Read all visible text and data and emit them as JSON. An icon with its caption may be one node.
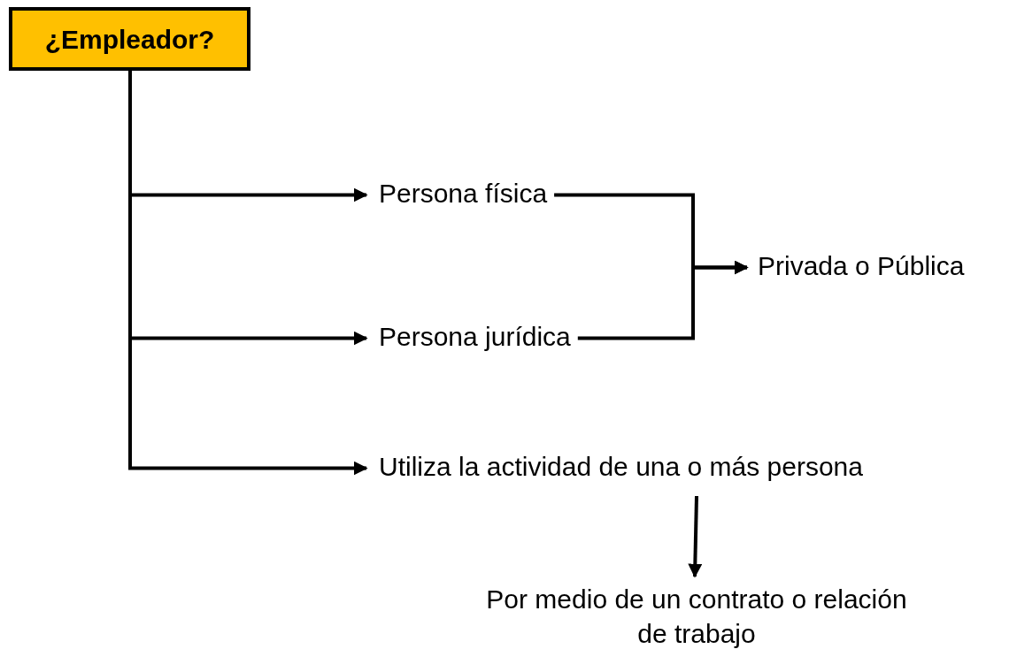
{
  "diagram": {
    "nodes": [
      {
        "text": [
          "¿Empleador?"
        ]
      },
      {
        "text": [
          "Persona física"
        ]
      },
      {
        "text": [
          "Persona jurídica"
        ]
      },
      {
        "text": [
          "Privada o Pública"
        ]
      },
      {
        "text": [
          "Utiliza la actividad de una o más persona"
        ]
      },
      {
        "text": [
          "Por medio de un contrato o relación de trabajo"
        ]
      }
    ],
    "edges": [
      {
        "from": 0,
        "to": 1,
        "arrow": "to"
      },
      {
        "from": 0,
        "to": 2,
        "arrow": "to"
      },
      {
        "from": 0,
        "to": 4,
        "arrow": "to"
      },
      {
        "from": 1,
        "to": 3,
        "arrow": "to"
      },
      {
        "from": 2,
        "to": 3,
        "arrow": "to"
      },
      {
        "from": 4,
        "to": 5,
        "arrow": "to"
      }
    ]
  }
}
